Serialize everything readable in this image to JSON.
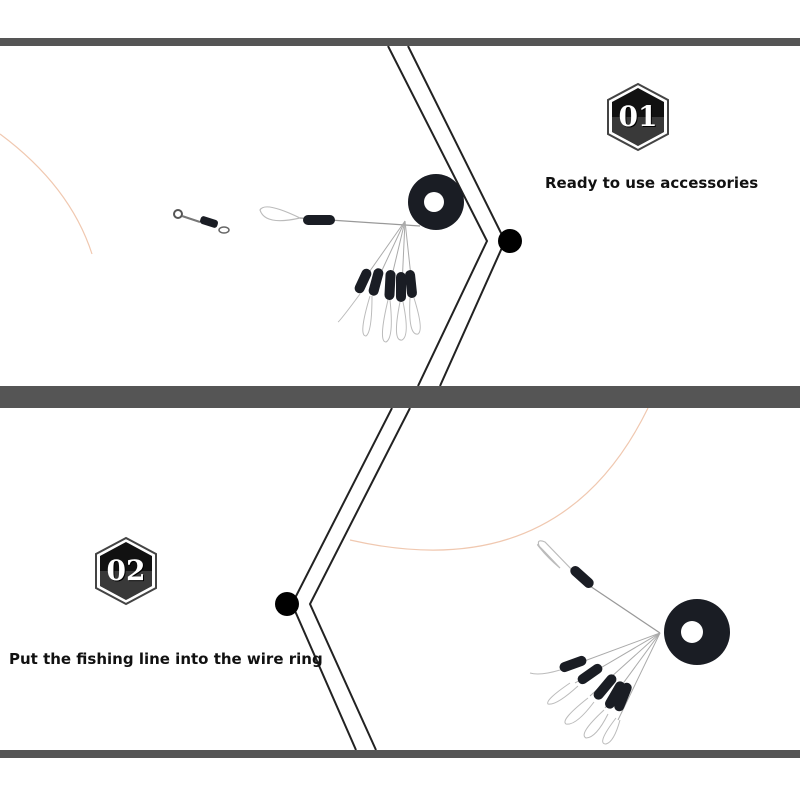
{
  "steps": [
    {
      "number": "01",
      "caption": "Ready to use accessories"
    },
    {
      "number": "02",
      "caption": "Put the fishing line into the wire ring"
    }
  ],
  "colors": {
    "bar": "#555555",
    "divider": "#222222",
    "rubber": "#1a1d24",
    "fishing_line": "#e8b89a"
  }
}
